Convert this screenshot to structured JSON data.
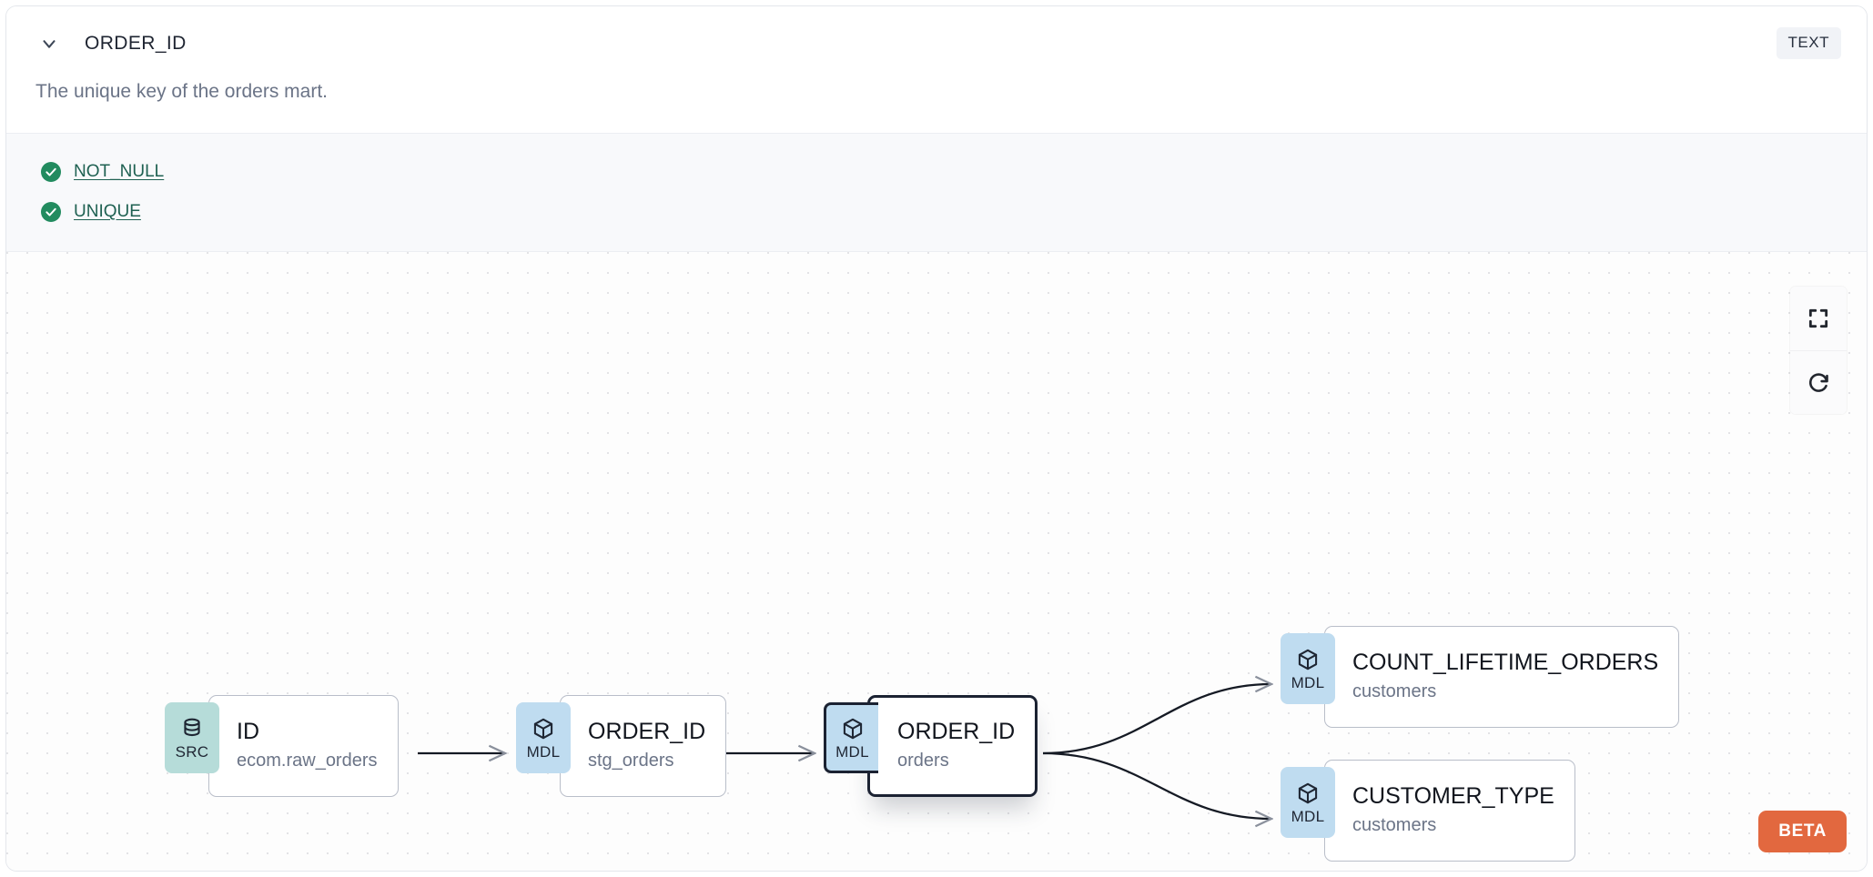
{
  "header": {
    "collapse_icon": "chevron-down-icon",
    "title": "ORDER_ID",
    "type_badge": "TEXT",
    "description": "The unique key of the orders mart."
  },
  "tests": [
    {
      "icon": "check-circle-icon",
      "label": "NOT_NULL",
      "status": "pass"
    },
    {
      "icon": "check-circle-icon",
      "label": "UNIQUE",
      "status": "pass"
    }
  ],
  "lineage": {
    "nodes": [
      {
        "id": "src-id",
        "badge": "SRC",
        "badge_icon": "database-icon",
        "name": "ID",
        "sub": "ecom.raw_orders",
        "selected": false
      },
      {
        "id": "stg",
        "badge": "MDL",
        "badge_icon": "cube-icon",
        "name": "ORDER_ID",
        "sub": "stg_orders",
        "selected": false
      },
      {
        "id": "orders",
        "badge": "MDL",
        "badge_icon": "cube-icon",
        "name": "ORDER_ID",
        "sub": "orders",
        "selected": true
      },
      {
        "id": "count",
        "badge": "MDL",
        "badge_icon": "cube-icon",
        "name": "COUNT_LIFETIME_ORDERS",
        "sub": "customers",
        "selected": false
      },
      {
        "id": "custtype",
        "badge": "MDL",
        "badge_icon": "cube-icon",
        "name": "CUSTOMER_TYPE",
        "sub": "customers",
        "selected": false
      }
    ],
    "edges": [
      {
        "from": "src-id",
        "to": "stg"
      },
      {
        "from": "stg",
        "to": "orders"
      },
      {
        "from": "orders",
        "to": "count"
      },
      {
        "from": "orders",
        "to": "custtype"
      }
    ],
    "controls": [
      {
        "name": "fullscreen-button",
        "icon": "fullscreen-icon"
      },
      {
        "name": "refresh-button",
        "icon": "refresh-icon"
      }
    ],
    "beta_label": "BETA"
  },
  "colors": {
    "src_badge": "#b6dcd9",
    "mdl_badge": "#bfdcf0",
    "test_pass": "#228b5f",
    "test_link": "#1f6152",
    "beta": "#e2683f",
    "selected_border": "#1b2232"
  }
}
